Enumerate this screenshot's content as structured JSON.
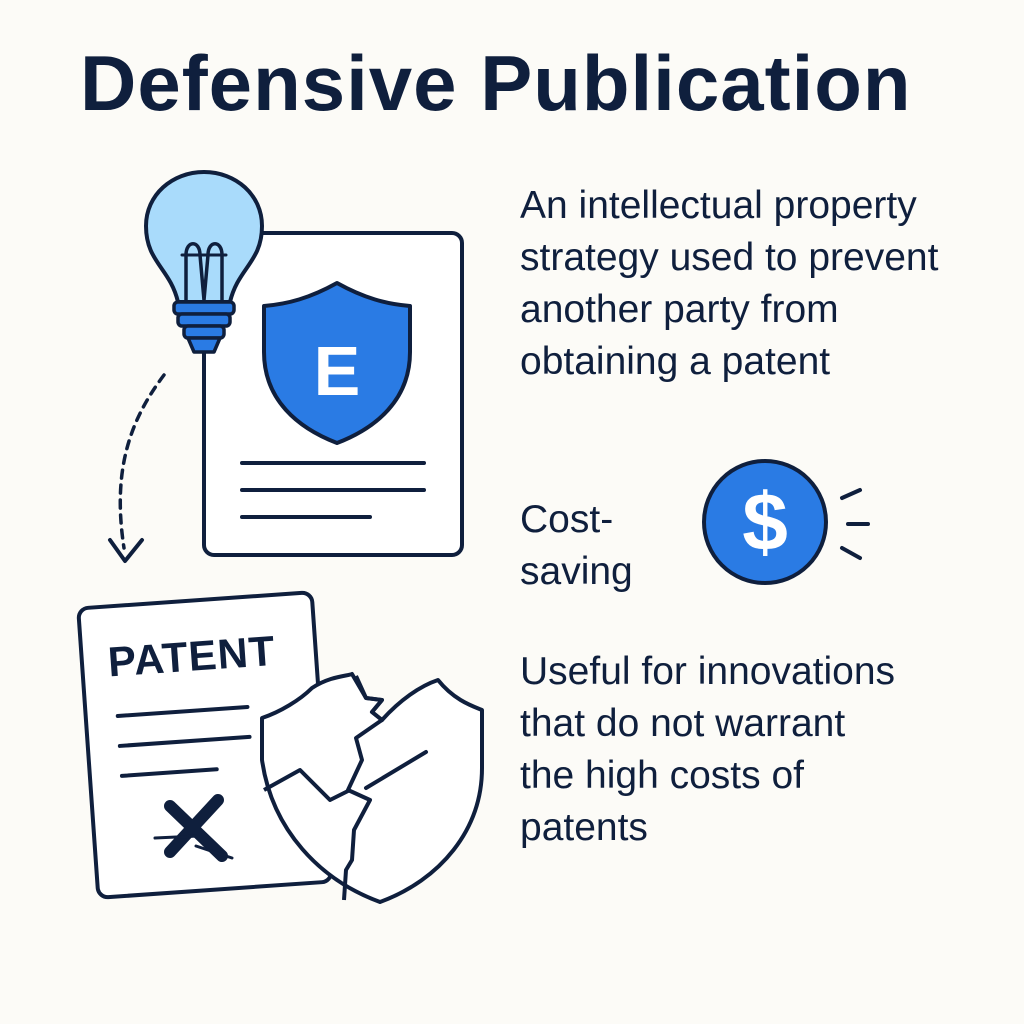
{
  "title": "Defensive Publication",
  "description_lines": [
    "An intellectual property",
    "strategy used to prevent",
    "another party from",
    "obtaining a patent"
  ],
  "cost_lines": [
    "Cost-",
    "saving"
  ],
  "useful_lines": [
    "Useful for innovations",
    "that do not warrant",
    "the high costs of",
    "patents"
  ],
  "document_badge_letter": "E",
  "patent_heading": "PATENT",
  "currency_symbol": "$",
  "colors": {
    "ink": "#0f1f3d",
    "accent_blue": "#2a7be4",
    "bulb_light_blue": "#a9dbfb",
    "background": "#fcfbf7"
  },
  "icons": {
    "bulb": "lightbulb-icon",
    "document": "shield-document-icon",
    "arrow": "dashed-arrow-icon",
    "patent": "rejected-patent-icon",
    "broken_shield": "broken-shield-icon",
    "dollar": "dollar-coin-icon"
  }
}
